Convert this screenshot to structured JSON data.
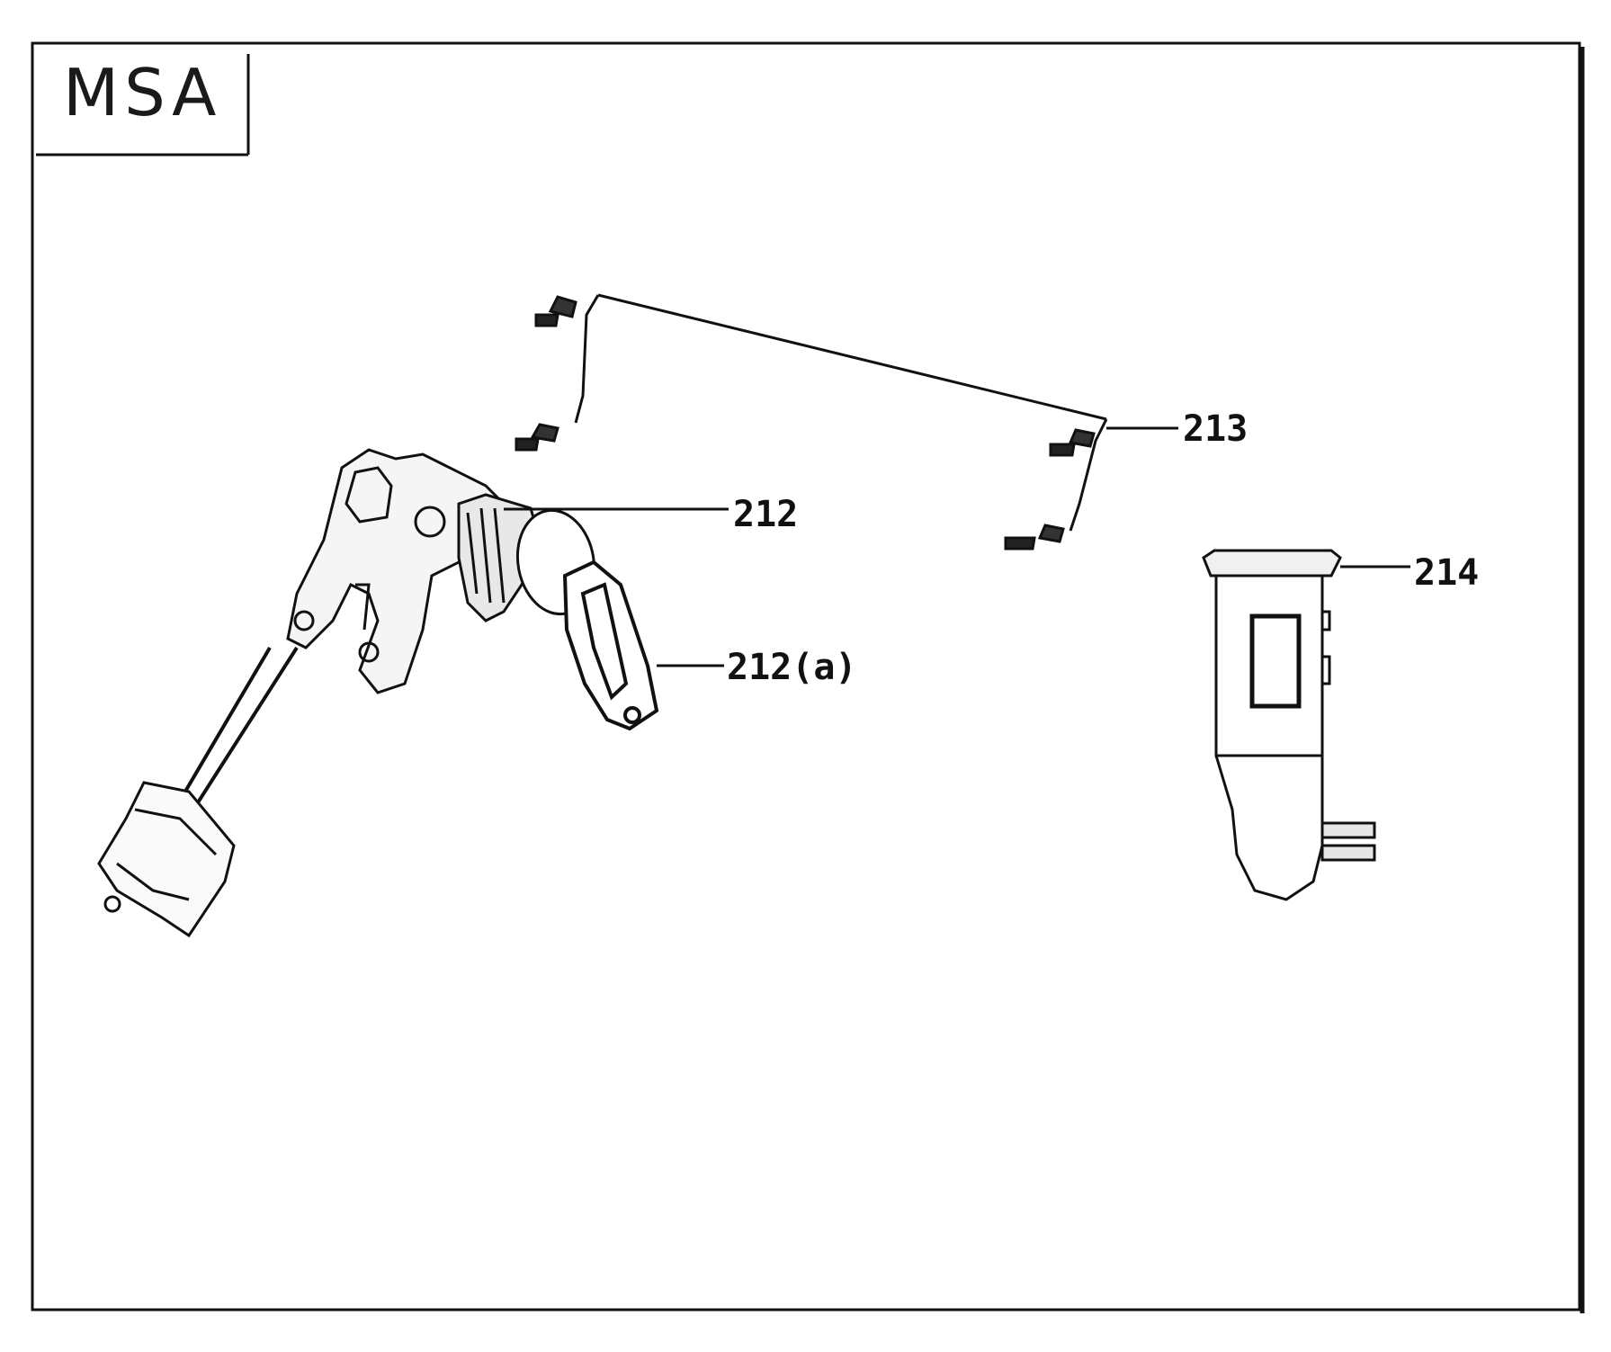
{
  "stamp": {
    "text": "MSA"
  },
  "callouts": [
    {
      "id": "213",
      "label": "213"
    },
    {
      "id": "212",
      "label": "212"
    },
    {
      "id": "214",
      "label": "214"
    },
    {
      "id": "212a",
      "label": "212(a)"
    }
  ],
  "colors": {
    "ink": "#111111",
    "background": "#ffffff"
  }
}
